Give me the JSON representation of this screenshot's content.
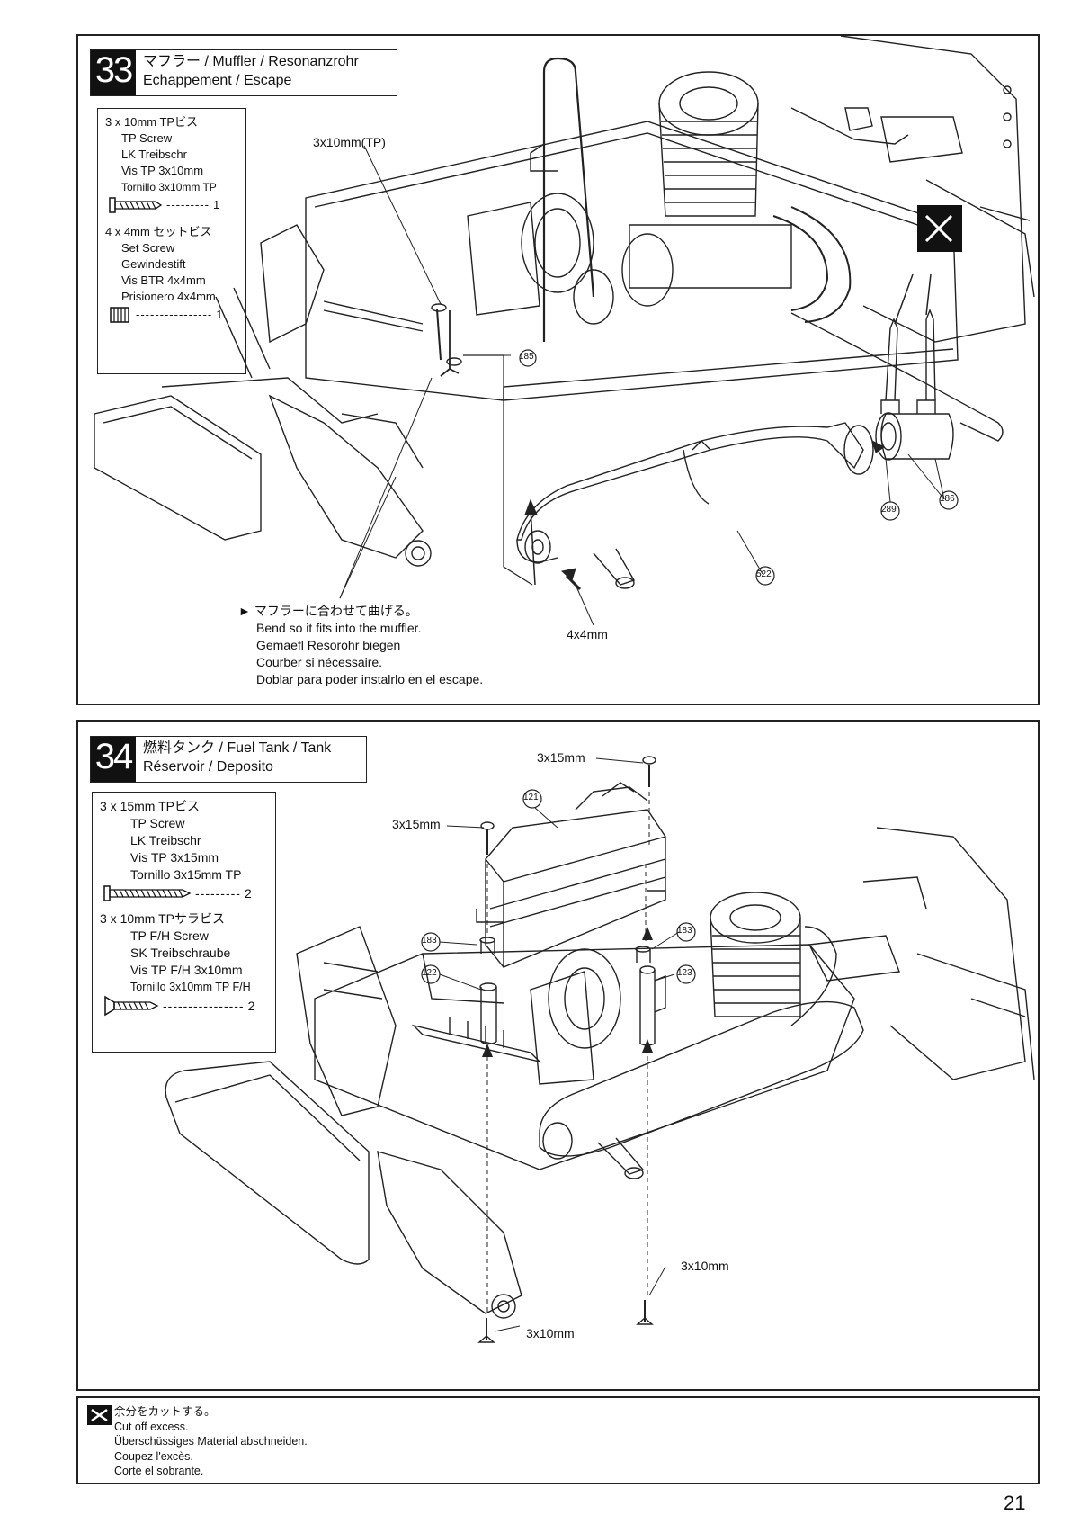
{
  "step33": {
    "number": "33",
    "title_line1": "マフラー / Muffler / Resonanzrohr",
    "title_line2": "Echappement / Escape",
    "parts": {
      "screw1": {
        "size": "3 x 10mm  TPビス",
        "names": [
          "TP Screw",
          "LK Treibschr",
          "Vis TP 3x10mm",
          "Tornillo 3x10mm TP"
        ],
        "qty": "1"
      },
      "screw2": {
        "size": "4 x 4mm  セットビス",
        "names": [
          "Set Screw",
          "Gewindestift",
          "Vis BTR 4x4mm",
          "Prisionero 4x4mm"
        ],
        "qty": "1"
      }
    },
    "labels": {
      "screw_tp": "3x10mm(TP)",
      "setscrew": "4x4mm",
      "part185": "185",
      "part289": "289",
      "part186": "186",
      "part522": "522"
    },
    "bend_note": [
      "マフラーに合わせて曲げる。",
      "Bend so it fits into the muffler.",
      "Gemaefl Resorohr biegen",
      "Courber si nécessaire.",
      "Doblar para poder instalrlo en el escape."
    ]
  },
  "step34": {
    "number": "34",
    "title_line1": "燃料タンク / Fuel Tank / Tank",
    "title_line2": "Réservoir / Deposito",
    "parts": {
      "screw1": {
        "size": "3 x 15mm  TPビス",
        "names": [
          "TP Screw",
          "LK Treibschr",
          "Vis TP 3x15mm",
          "Tornillo 3x15mm TP"
        ],
        "qty": "2"
      },
      "screw2": {
        "size": "3 x 10mm  TPサラビス",
        "names": [
          "TP F/H Screw",
          "SK Treibschraube",
          "Vis TP F/H 3x10mm",
          "Tornillo 3x10mm TP F/H"
        ],
        "qty": "2"
      }
    },
    "labels": {
      "screw_top_right": "3x15mm",
      "screw_top_left": "3x15mm",
      "screw_bottom_right": "3x10mm",
      "screw_bottom_left": "3x10mm",
      "part121": "121",
      "part183a": "183",
      "part183b": "183",
      "part122": "122",
      "part123": "123"
    }
  },
  "footer": {
    "lines": [
      "余分をカットする。",
      "Cut off excess.",
      "Überschüssiges Material abschneiden.",
      "Coupez l'excès.",
      "Corte el sobrante."
    ]
  },
  "page_number": "21"
}
